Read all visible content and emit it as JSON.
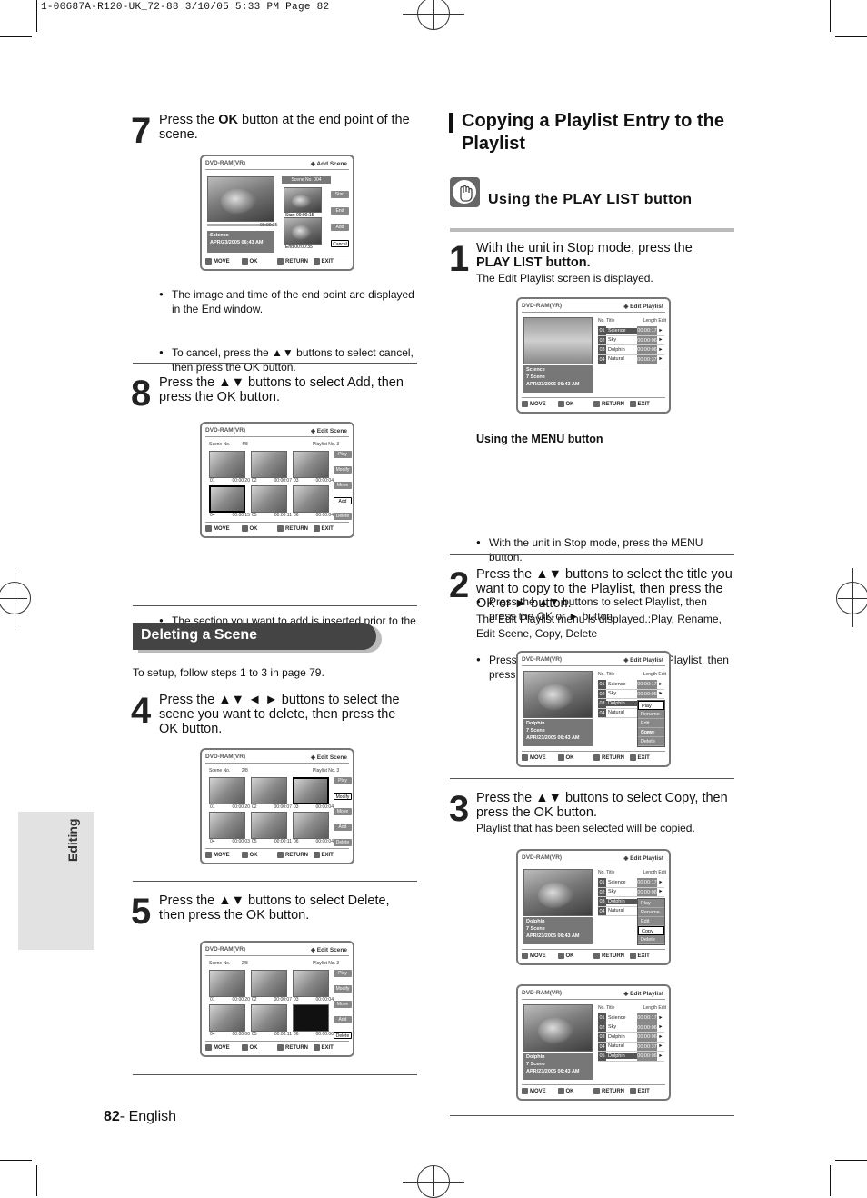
{
  "header_slug": "1-00687A-R120-UK_72-88   3/10/05   5:33 PM   Page 82",
  "side_tab": "Editing",
  "footer": {
    "page_number": "82",
    "page_suffix": "- English"
  },
  "left": {
    "step7": {
      "num": "7",
      "text_a": "Press the ",
      "ok": "OK",
      "text_b": " button at the end point of the scene."
    },
    "step7_bullets": [
      "The image and time of the end point are displayed in the End window.",
      "To cancel, press the ▲▼ buttons to select cancel, then press the OK button."
    ],
    "step8": {
      "num": "8",
      "line1": "Press the ▲▼ buttons to select Add, then",
      "line2": "press the OK button."
    },
    "step8_bullets": [
      "The section you want to add is inserted prior to the scene selected in step 4."
    ],
    "deleting_title": "Deleting a Scene",
    "setup_note": "To setup, follow steps 1 to 3 in page 79.",
    "step4": {
      "num": "4",
      "line1": "Press the ▲▼ ◄ ► buttons to select the",
      "line2": "scene you want to delete, then press the",
      "line3": "OK button."
    },
    "step5": {
      "num": "5",
      "line1": "Press the ▲▼ buttons to select Delete,",
      "line2": "then press the OK button."
    }
  },
  "right": {
    "title_line1": "Copying a Playlist Entry to the",
    "title_line2": "Playlist",
    "using_title": "Using the PLAY LIST button",
    "step1": {
      "num": "1",
      "line1": "With the unit in Stop mode, press the",
      "line2": "PLAY LIST button.",
      "sub": "The Edit Playlist screen is displayed."
    },
    "menu_title": "Using the MENU button",
    "menu_bullets": [
      "With the unit in Stop mode, press the MENU button.",
      "Press the ▲▼ buttons to select Playlist, then press the OK or ► button.",
      "Press the ▲▼ buttons to select Edit Playlist, then press the OK or ► button."
    ],
    "step2": {
      "num": "2",
      "line1": "Press the ▲▼ buttons to select the title you",
      "line2": "want to copy to the Playlist, then press the",
      "line3": "OK or ► button.",
      "sub1": "The Edit Playlist menu is displayed.:Play, Rename,",
      "sub2": "Edit Scene, Copy, Delete"
    },
    "step3": {
      "num": "3",
      "line1": "Press the ▲▼ buttons to select Copy, then",
      "line2": "press the OK button.",
      "sub": "Playlist that has been selected will be copied."
    }
  },
  "screens": {
    "common": {
      "device": "DVD-RAM(VR)",
      "move": "MOVE",
      "ok": "OK",
      "return": "RETURN",
      "exit": "EXIT"
    },
    "add_scene": {
      "title": "Add Scene",
      "scene_no": "Scene No. 004",
      "start": "Start",
      "start_time": "00:00:15",
      "end": "End",
      "end_time": "00:00:35",
      "timecode": "00:00:35",
      "buttons": [
        "Start",
        "End",
        "Add",
        "Cancel"
      ],
      "info_title": "Science",
      "info_date": "APR/23/2005 06:43 AM"
    },
    "edit_scene": {
      "title": "Edit Scene",
      "scene_no_label": "Scene No.",
      "playlist_no_label": "Playlist No.",
      "playlist_no": "3",
      "buttons": [
        "Play",
        "Modify",
        "Move",
        "Add",
        "Delete"
      ]
    },
    "edit_scene_s8": {
      "page": "4/8",
      "thumbs": [
        [
          "01",
          "00:00:20"
        ],
        [
          "02",
          "00:00:07"
        ],
        [
          "03",
          "00:00:04"
        ],
        [
          "04",
          "00:00:15"
        ],
        [
          "05",
          "00:00:11"
        ],
        [
          "06",
          "00:00:04"
        ]
      ]
    },
    "edit_scene_s4": {
      "page": "2/8",
      "thumbs": [
        [
          "01",
          "00:00:20"
        ],
        [
          "02",
          "00:00:07"
        ],
        [
          "03",
          "00:00:04"
        ],
        [
          "04",
          "00:00:03"
        ],
        [
          "05",
          "00:00:11"
        ],
        [
          "06",
          "00:00:04"
        ]
      ]
    },
    "edit_scene_s5": {
      "page": "2/8",
      "thumbs": [
        [
          "01",
          "00:00:20"
        ],
        [
          "02",
          "00:00:07"
        ],
        [
          "03",
          "00:00:04"
        ],
        [
          "04",
          "00:00:00"
        ],
        [
          "05",
          "00:00:11"
        ],
        [
          "06",
          "00:00:00"
        ]
      ]
    },
    "edit_playlist": {
      "title": "Edit Playlist",
      "col_no": "No.",
      "col_title": "Title",
      "col_length": "Length",
      "col_edit": "Edit",
      "rows": [
        [
          "01",
          "Science",
          "00:00:17"
        ],
        [
          "02",
          "Sky",
          "00:00:06"
        ],
        [
          "03",
          "Dolphin",
          "00:00:06"
        ],
        [
          "04",
          "Natural",
          "00:00:37"
        ]
      ],
      "rows5": [
        [
          "01",
          "Science",
          "00:00:17"
        ],
        [
          "02",
          "Sky",
          "00:00:06"
        ],
        [
          "03",
          "Dolphin",
          "00:00:06"
        ],
        [
          "04",
          "Natural",
          "00:00:37"
        ],
        [
          "05",
          "Dolphin",
          "00:00:06"
        ]
      ],
      "info1": {
        "title": "Science",
        "scene": "7 Scene",
        "date": "APR/23/2005 06:43 AM"
      },
      "info2": {
        "title": "Dolphin",
        "scene": "7 Scene",
        "date": "APR/23/2005 06:43 AM"
      },
      "menu": [
        "Play",
        "Rename",
        "Edit Scene",
        "Copy",
        "Delete"
      ]
    }
  }
}
